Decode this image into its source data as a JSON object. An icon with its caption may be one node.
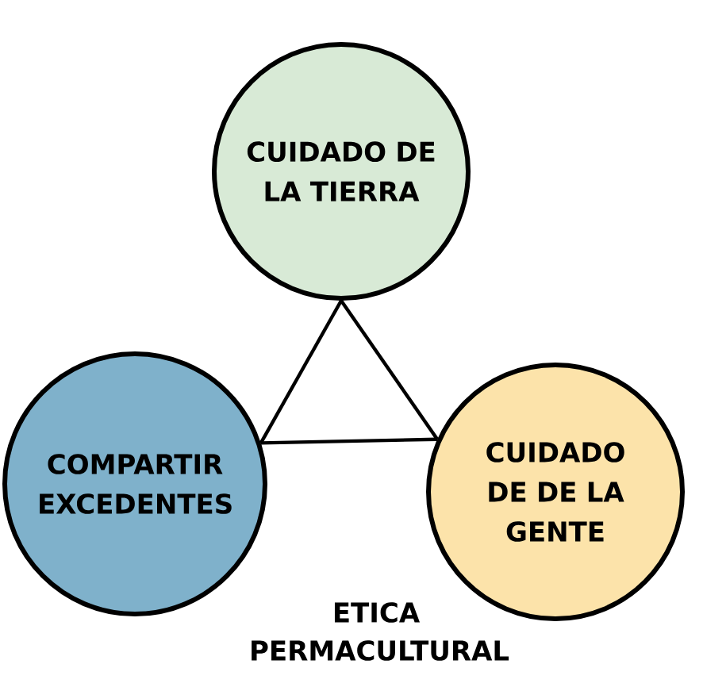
{
  "diagram": {
    "title": "ETICA PERMACULTURAL",
    "nodes": [
      {
        "text": [
          "CUIDADO DE LA TIERRA"
        ]
      },
      {
        "text": [
          "COMPARTIR EXCEDENTES"
        ]
      },
      {
        "text": [
          "CUIDADO DE DE LA GENTE"
        ]
      }
    ],
    "edges": [
      {
        "from": 0,
        "to": 1,
        "arrow": "none"
      },
      {
        "from": 1,
        "to": 2,
        "arrow": "none"
      },
      {
        "from": 0,
        "to": 2,
        "arrow": "none"
      }
    ]
  }
}
